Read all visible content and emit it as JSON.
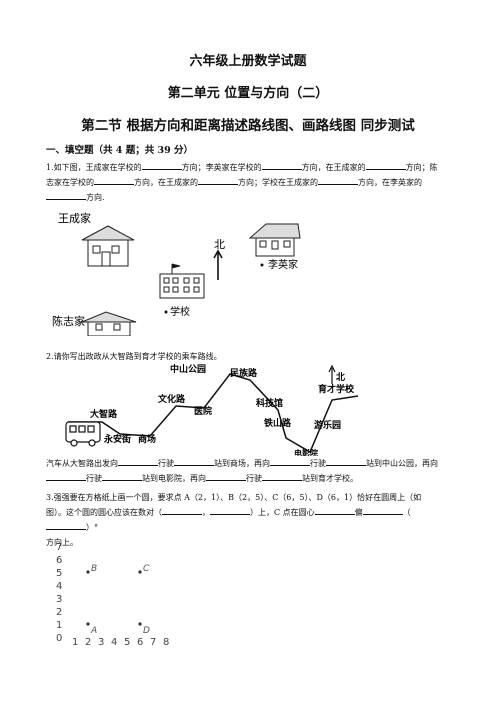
{
  "header": {
    "title": "六年级上册数学试题",
    "unit": "第二单元  位置与方向（二）",
    "section": "第二节  根据方向和距离描述路线图、画路线图  同步测试"
  },
  "part1": {
    "heading": "一、填空题（共 4 题；共 39 分）"
  },
  "q1": {
    "p1": "1.如下图，王成家在学校的",
    "p2": "方向；李英家在学校的",
    "p3": "方向，在王成家的",
    "p4": "方向；陈",
    "p5": "志家在学校的",
    "p6": "方向，在王成家的",
    "p7": "方向；学校在王成家的",
    "p8": "方向，在李英家的",
    "p9": "方向.",
    "labels": {
      "wangcheng": "王成家",
      "liying": "李英家",
      "school": "学校",
      "chenzhi": "陈志家",
      "north": "北"
    }
  },
  "q2": {
    "stem": "2.请你写出政政从大智路到育才学校的乘车路线。",
    "stations": {
      "dazhi": "大智路",
      "yongan": "永安街",
      "shangchang": "商场",
      "wenhua": "文化路",
      "yiyuan": "医院",
      "zhongshan": "中山公园",
      "minzheng": "民族路",
      "keji": "科技馆",
      "tieshan": "铁山路",
      "dianying": "电影院",
      "yucai": "育才学校",
      "yule": "游乐园"
    },
    "north": "北",
    "a1": "汽车从大智路出发向",
    "a2": "行驶",
    "a3": "站到商场，再向",
    "a4": "行驶",
    "a5": "站到中山公园，再向",
    "a6": "行驶",
    "a7": "站到电影院，再向",
    "a8": "行驶",
    "a9": "站到育才学校。"
  },
  "q3": {
    "l1": "3.强强要在方格纸上画一个圆，要求点 A（2，1）、B（2，5）、C（6，5）、D（6，1）恰好在圆周上（如",
    "l2a": "图）。这个圆的圆心应该在数对（",
    "l2b": "，",
    "l2c": "）上，C 点在圆心",
    "l2d": "偏",
    "l2e": "（",
    "l2f": "）°",
    "l3": "方向上。",
    "grid": {
      "y_ticks": [
        "7",
        "6",
        "5",
        "4",
        "3",
        "2",
        "1",
        "0"
      ],
      "x_ticks": [
        "1",
        "2",
        "3",
        "4",
        "5",
        "6",
        "7",
        "8"
      ],
      "points": [
        {
          "name": "A",
          "x": 2,
          "y": 1
        },
        {
          "name": "B",
          "x": 2,
          "y": 5
        },
        {
          "name": "C",
          "x": 6,
          "y": 5
        },
        {
          "name": "D",
          "x": 6,
          "y": 1
        }
      ]
    }
  }
}
